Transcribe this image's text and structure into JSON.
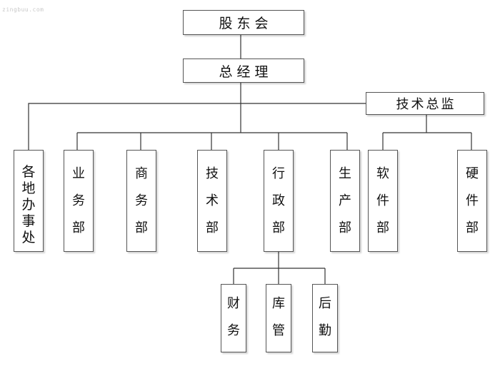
{
  "watermark": "zingbuu.com",
  "nodes": {
    "shareholders": "股东会",
    "general_manager": "总经理",
    "technical_director": "技术总监",
    "regional_offices": "各地办事处",
    "business_dept": "业务部",
    "commerce_dept": "商务部",
    "technology_dept": "技术部",
    "administration_dept": "行政部",
    "production_dept": "生产部",
    "software_dept": "软件部",
    "hardware_dept": "硬件部",
    "finance": "财务",
    "warehouse": "库管",
    "logistics": "后勤"
  },
  "colors": {
    "line": "#333333",
    "border": "#555555",
    "text": "#111111"
  }
}
